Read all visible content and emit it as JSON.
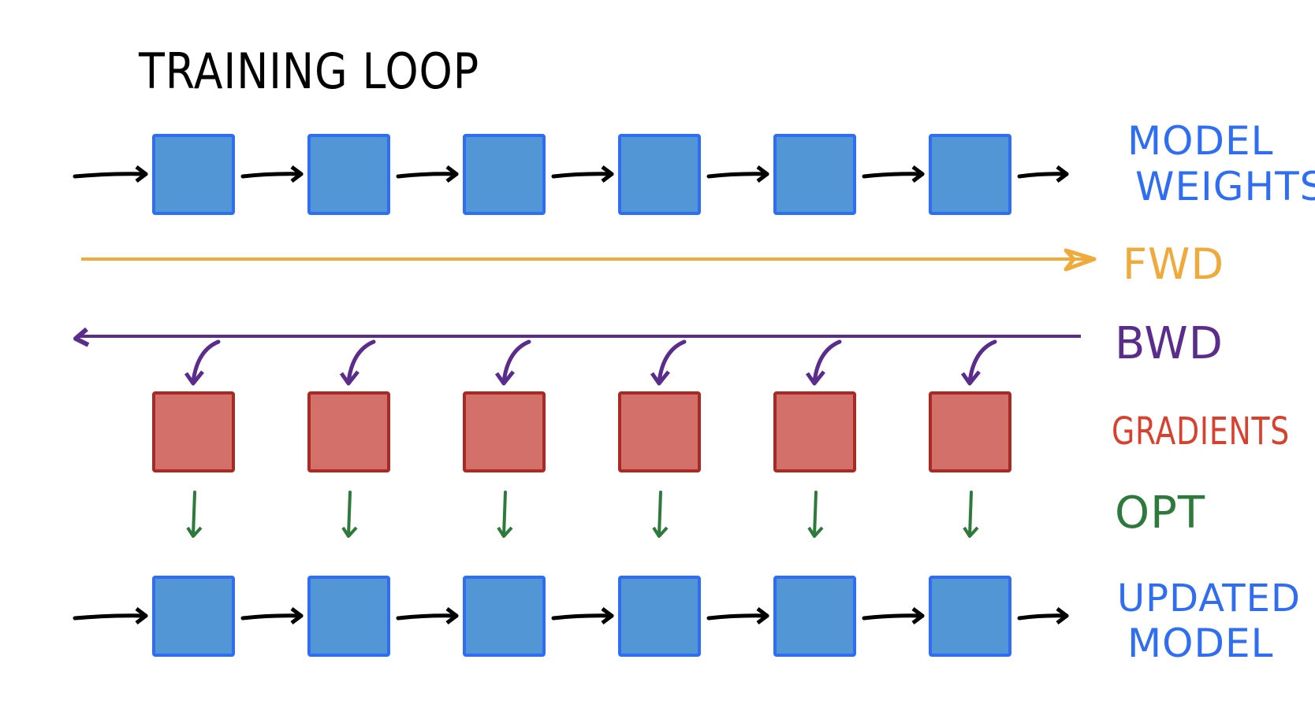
{
  "title": "TRAINING LOOP",
  "labels": {
    "weights_line1": "MODEL",
    "weights_line2": "WEIGHTS",
    "fwd": "FWD",
    "bwd": "BWD",
    "gradients": "GRADIENTS",
    "opt": "OPT",
    "updated_line1": "UPDATED",
    "updated_line2": "MODEL"
  },
  "layer_count": 6,
  "colors": {
    "weights_fill": "#5296D5",
    "weights_stroke": "#2F6EF2",
    "gradients_fill": "#D4706A",
    "gradients_stroke": "#A82A24",
    "fwd": "#F0A93B",
    "bwd": "#5A2D8C",
    "opt": "#2E7A3C",
    "gradients_label": "#D9412E",
    "ink": "#000000"
  }
}
